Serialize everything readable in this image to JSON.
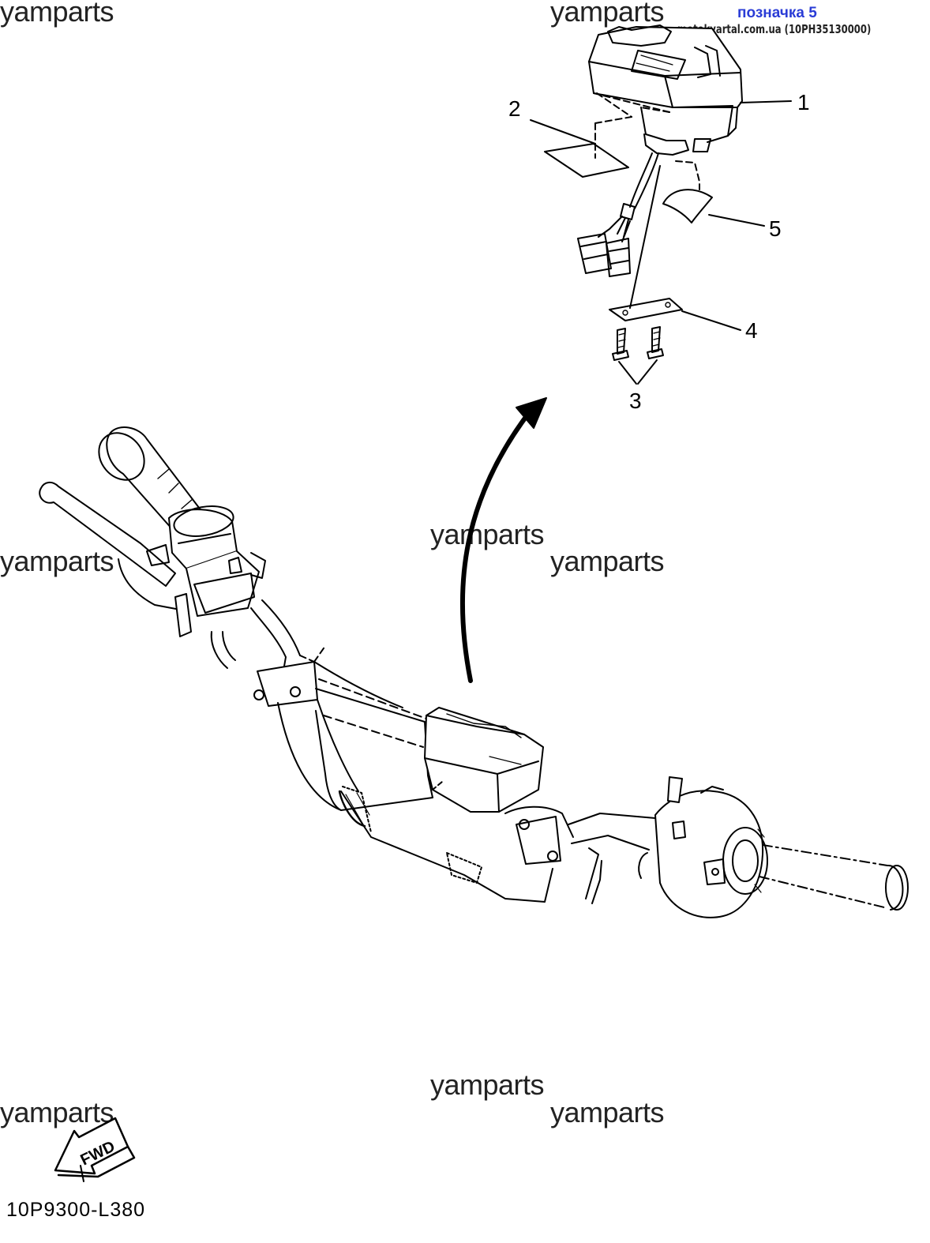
{
  "header": {
    "label": "позначка 5",
    "source": "motokvartal.com.ua (10PH35130000)"
  },
  "watermark_text": "yamparts",
  "callouts": [
    "1",
    "2",
    "3",
    "4",
    "5"
  ],
  "fwd_label": "FWD",
  "drawing_code": "10P9300-L380"
}
